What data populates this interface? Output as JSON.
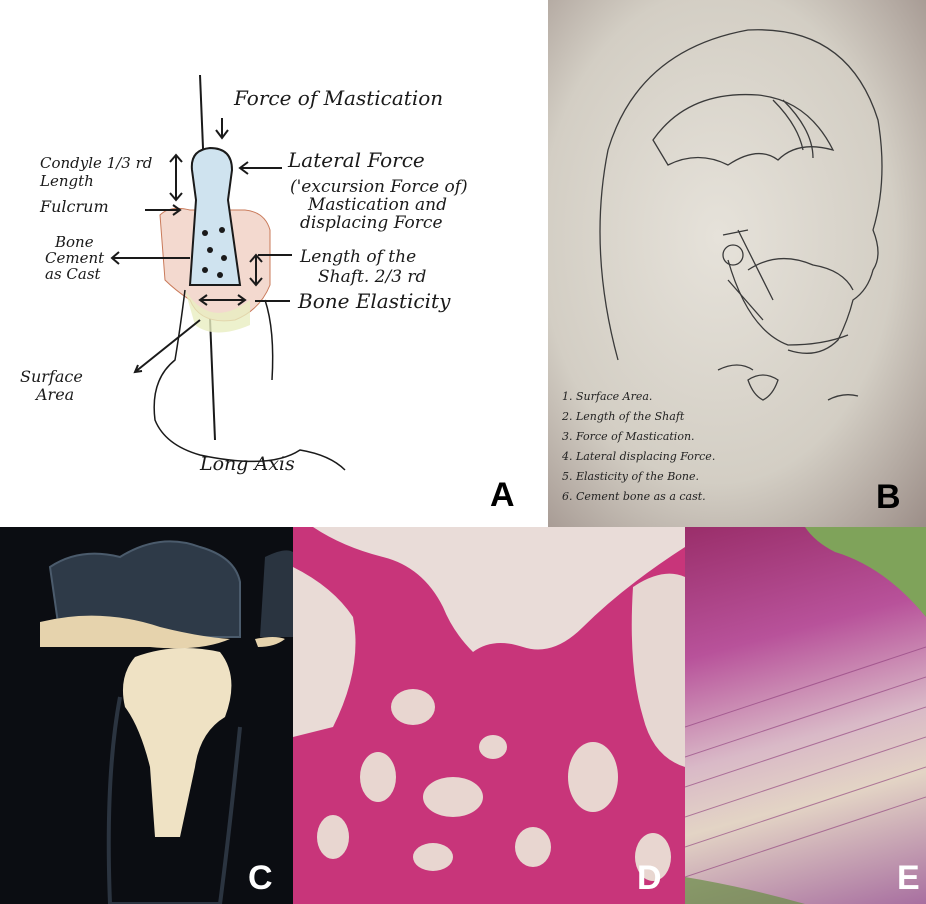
{
  "panels": {
    "a": {
      "letter": "A",
      "labels": {
        "force_of_mastication": "Force of Mastication",
        "lateral_force": "Lateral Force",
        "excursion_line1": "('excursion Force of)",
        "excursion_line2": "Mastication and",
        "excursion_line3": "displacing Force",
        "condyle_line1": "Condyle 1/3 rd",
        "condyle_line2": "Length",
        "fulcrum": "Fulcrum",
        "bone_line1": "Bone",
        "bone_line2": "Cement",
        "bone_line3": "as Cast",
        "length_line1": "Length of the",
        "length_line2": "Shaft. 2/3 rd",
        "bone_elasticity": "Bone Elasticity",
        "surface_line1": "Surface",
        "surface_line2": "Area",
        "long_axis": "Long Axis"
      }
    },
    "b": {
      "letter": "B",
      "legend": [
        "1. Surface Area.",
        "2. Length of the Shaft",
        "3. Force of Mastication.",
        "4. Lateral displacing Force.",
        "5. Elasticity of the Bone.",
        "6. Cement bone as a cast."
      ]
    },
    "c": {
      "letter": "C"
    },
    "d": {
      "letter": "D"
    },
    "e": {
      "letter": "E"
    }
  },
  "colors": {
    "ink": "#1a1a1a",
    "paper_b": "#d9d4cb",
    "histo_pink": "#c8357a",
    "xray_bg": "#0b0d12",
    "implant": "#efe2c4"
  }
}
